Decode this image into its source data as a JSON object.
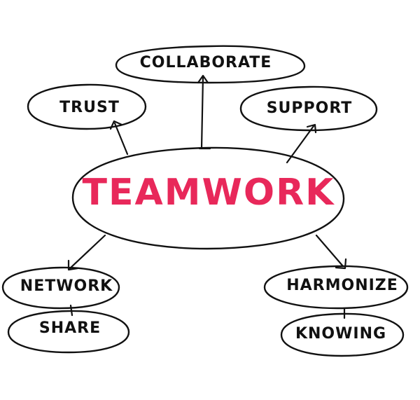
{
  "center": {
    "label": "TEAMWORK",
    "color": "#e8285a"
  },
  "nodes": {
    "collaborate": {
      "label": "COLLABORATE"
    },
    "trust": {
      "label": "TRUST"
    },
    "support": {
      "label": "SUPPORT"
    },
    "network": {
      "label": "NETWORK"
    },
    "share": {
      "label": "SHARE"
    },
    "harmonize": {
      "label": "HARMONIZE"
    },
    "knowing": {
      "label": "KNOWING"
    }
  },
  "colors": {
    "ink": "#111111",
    "background": "#ffffff"
  }
}
